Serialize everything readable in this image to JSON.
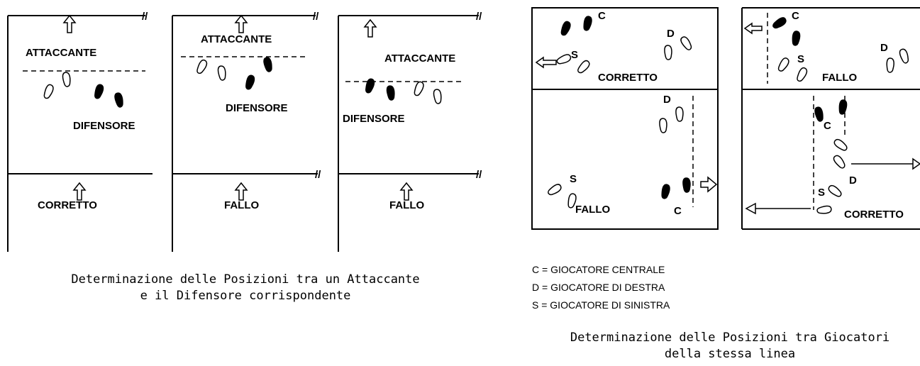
{
  "left_figure": {
    "panels": [
      {
        "role": "ATTACCANTE",
        "defender": "DIFENSORE",
        "verdict": "CORRETTO"
      },
      {
        "role": "ATTACCANTE",
        "defender": "DIFENSORE",
        "verdict": "FALLO"
      },
      {
        "role": "ATTACCANTE",
        "defender": "DIFENSORE",
        "verdict": "FALLO"
      }
    ],
    "caption_line1": "Determinazione delle Posizioni tra un Attaccante",
    "caption_line2": "e il Difensore corrispondente"
  },
  "right_figure": {
    "box1": {
      "top_verdict": "CORRETTO",
      "bottom_verdict": "FALLO"
    },
    "box2": {
      "top_verdict": "FALLO",
      "bottom_verdict": "CORRETTO"
    },
    "letters": {
      "c": "C",
      "d": "D",
      "s": "S"
    },
    "legend": [
      "C = GIOCATORE CENTRALE",
      "D = GIOCATORE DI DESTRA",
      "S = GIOCATORE DI SINISTRA"
    ],
    "caption_line1": "Determinazione delle Posizioni tra Giocatori",
    "caption_line2": "della stessa linea"
  },
  "break_mark": "//"
}
